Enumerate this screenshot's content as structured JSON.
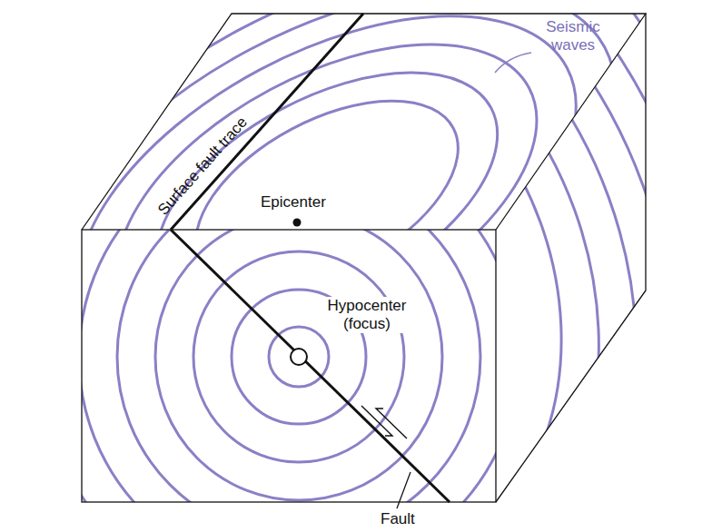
{
  "diagram": {
    "labels": [
      "Seismic waves",
      "Surface fault trace",
      "Epicenter",
      "Hypocenter (focus)",
      "Fault"
    ]
  }
}
